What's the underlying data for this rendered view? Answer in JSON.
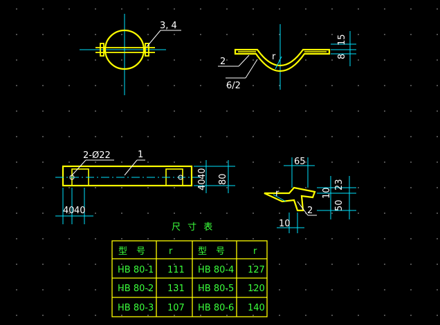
{
  "drawing": {
    "callouts": {
      "ring_parts": "3, 4",
      "saddle_part": "2",
      "saddle_radius": "r",
      "saddle_thickness": "6/2",
      "plate_part": "1",
      "plate_holes": "2-Ø22",
      "clip_part": "2",
      "clip_radius": "r"
    },
    "dimensions": {
      "saddle_8": "8",
      "saddle_15": "15",
      "plate_40_top": "40",
      "plate_40_bot": "40",
      "plate_80": "80",
      "plate_left_40": "40",
      "plate_left_40b": "40",
      "clip_65": "65",
      "clip_23": "23",
      "clip_10_right": "10",
      "clip_50": "50",
      "clip_10_bottom": "10"
    },
    "colors": {
      "background": "#000000",
      "part_outline": "#ffff00",
      "dimension": "#ffffff",
      "centerline": "#00e5ff",
      "table_text": "#3bff3b"
    }
  },
  "table": {
    "title": "尺 寸 表",
    "headers": [
      "型　号",
      "r",
      "型　号",
      "r"
    ],
    "rows": [
      [
        "HB 80-1",
        "111",
        "HB 80-4",
        "127"
      ],
      [
        "HB 80-2",
        "131",
        "HB 80-5",
        "120"
      ],
      [
        "HB 80-3",
        "107",
        "HB 80-6",
        "140"
      ]
    ]
  }
}
